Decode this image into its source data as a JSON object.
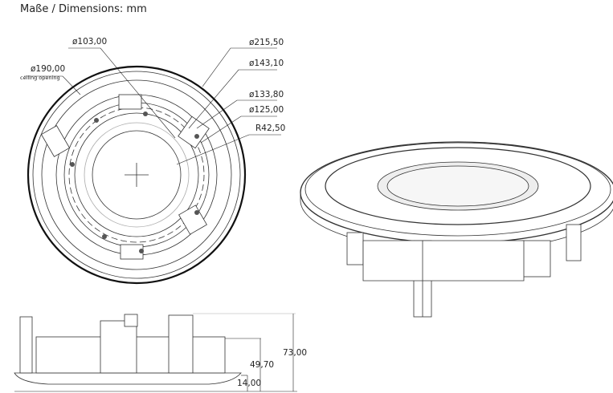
{
  "title": "Maße / Dimensions: mm",
  "top_view": {
    "d103": "ø103,00",
    "d215": "ø215,50",
    "d143": "ø143,10",
    "d190": "ø190,00",
    "ceiling": "ceiling opening",
    "d133": "ø133,80",
    "d125": "ø125,00",
    "r42": "R42,50"
  },
  "side_view": {
    "h73": "73,00",
    "h49": "49,70",
    "h14": "14,00"
  }
}
